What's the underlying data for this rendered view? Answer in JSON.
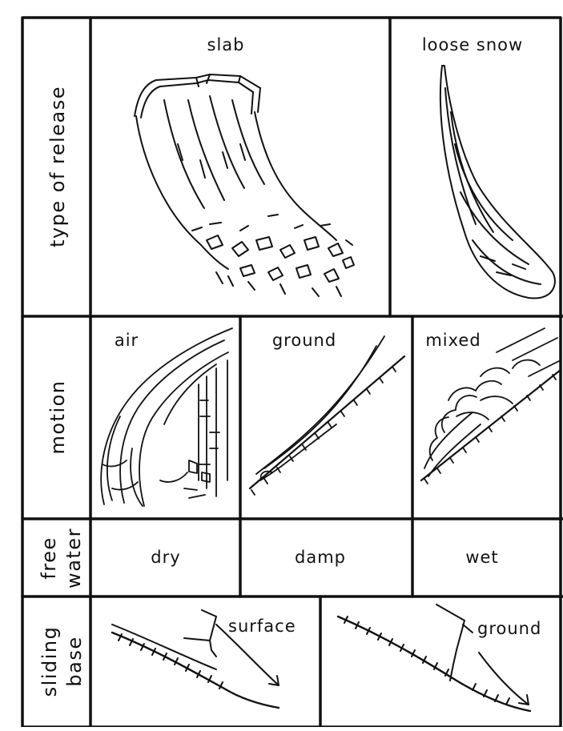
{
  "rows": {
    "release": "type of release",
    "motion": "motion",
    "water_line1": "free",
    "water_line2": "water",
    "base_line1": "sliding",
    "base_line2": "base"
  },
  "release": {
    "slab": "slab",
    "loose": "loose snow"
  },
  "motion": {
    "air": "air",
    "ground": "ground",
    "mixed": "mixed"
  },
  "water": {
    "dry": "dry",
    "damp": "damp",
    "wet": "wet"
  },
  "base": {
    "surface": "surface",
    "ground": "ground"
  }
}
